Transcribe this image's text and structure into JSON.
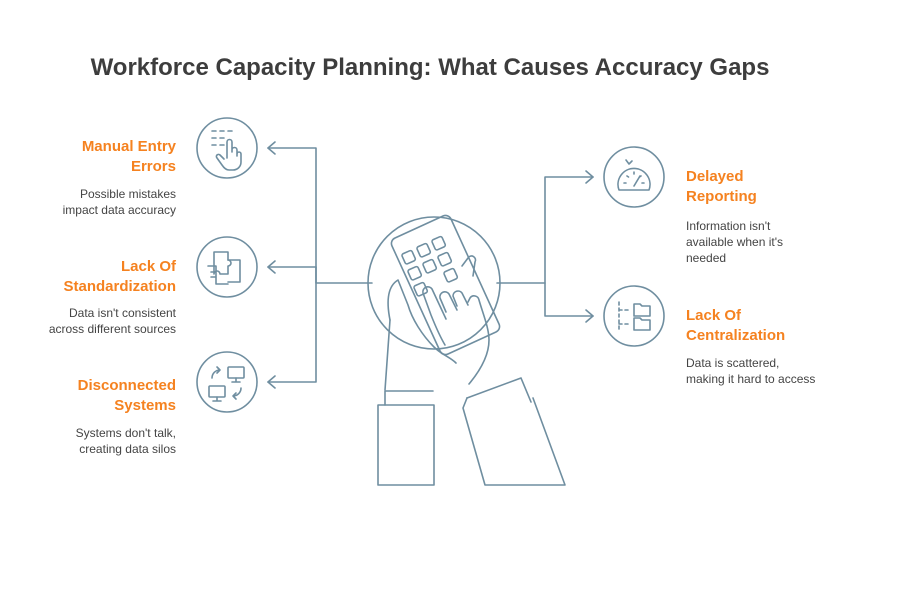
{
  "title": "Workforce Capacity Planning: What Causes Accuracy Gaps",
  "items": [
    {
      "title_line1": "Manual Entry",
      "title_line2": "Errors",
      "desc_line1": "Possible mistakes",
      "desc_line2": "impact data accuracy",
      "icon": "hand-touch-icon"
    },
    {
      "title_line1": "Lack Of",
      "title_line2": "Standardization",
      "desc_line1": "Data isn't consistent",
      "desc_line2": "across different sources",
      "icon": "puzzle-documents-icon"
    },
    {
      "title_line1": "Disconnected",
      "title_line2": "Systems",
      "desc_line1": "Systems don't talk,",
      "desc_line2": "creating data silos",
      "icon": "disconnected-monitors-icon"
    },
    {
      "title_line1": "Delayed",
      "title_line2": "Reporting",
      "desc_line1": "Information isn't",
      "desc_line2": "available when it's",
      "desc_line3": "needed",
      "icon": "gauge-icon"
    },
    {
      "title_line1": "Lack Of",
      "title_line2": "Centralization",
      "desc_line1": "Data is scattered,",
      "desc_line2": "making it hard to access",
      "icon": "scattered-folders-icon"
    }
  ],
  "colors": {
    "accent": "#f58220",
    "stroke": "#6f8ea0",
    "text": "#3d3d3d"
  }
}
